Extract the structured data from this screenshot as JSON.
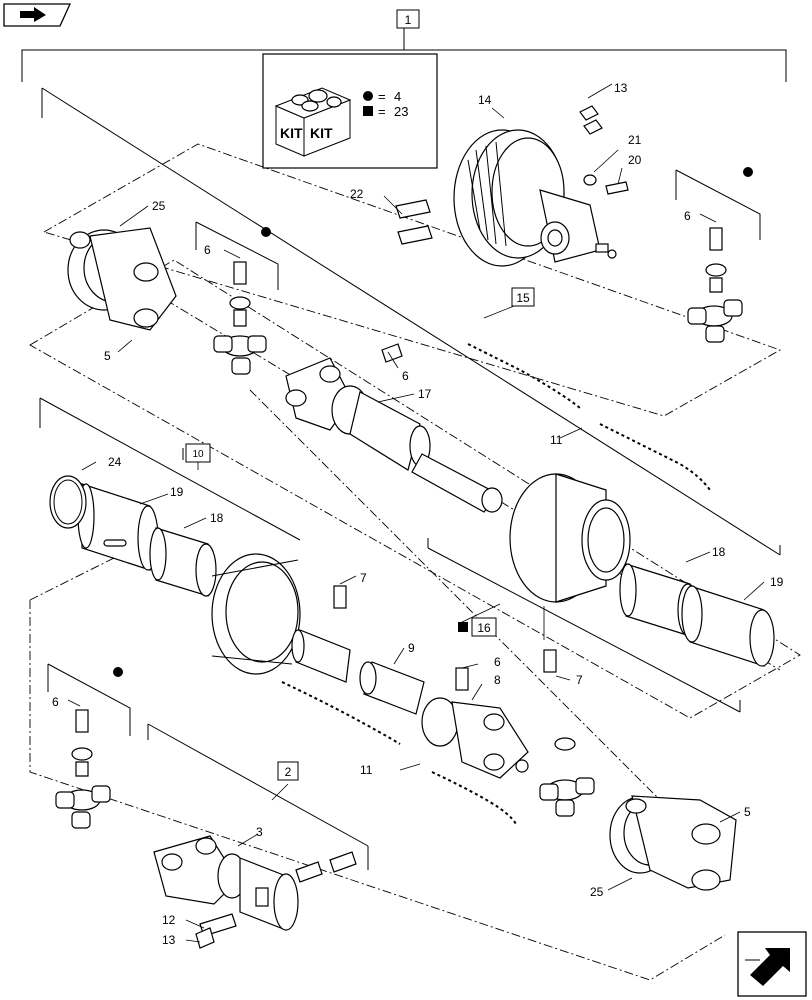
{
  "kit": {
    "label_left": "KIT",
    "label_right": "KIT",
    "legend": [
      {
        "symbol": "circle",
        "eq": "=",
        "value": "4"
      },
      {
        "symbol": "square",
        "eq": "=",
        "value": "23"
      }
    ]
  },
  "boxed_refs": {
    "assembly": "1",
    "inner_tube": "15",
    "outer_tube_group": "10",
    "outer_tube": "16",
    "yoke_group": "2"
  },
  "callouts": {
    "top_nut": "13",
    "clutch": "14",
    "washer": "21",
    "bolt_right": "20",
    "bolt_left": "22",
    "grease_right": "6",
    "yoke_top_left": "25",
    "grease_top_left": "6",
    "yoke_top_left_b": "5",
    "grease_inner": "6",
    "inner_yoke": "17",
    "chain_right": "11",
    "ring_24": "24",
    "bearing_19_left": "19",
    "bearing_18_left": "18",
    "bearing_18_right": "18",
    "bearing_19_right": "19",
    "grease_7_mid": "7",
    "grease_7_right": "7",
    "tube_9": "9",
    "grease_6_mid": "6",
    "yoke_8": "8",
    "grease_6_low": "6",
    "chain_low": "11",
    "yoke_3": "3",
    "yoke_5_low": "5",
    "yoke_25_low": "25",
    "bolt_12": "12",
    "nut_13_low": "13"
  },
  "icons": {
    "top_left": "book-arrow-icon",
    "bottom_right": "arrow-turn-icon"
  }
}
